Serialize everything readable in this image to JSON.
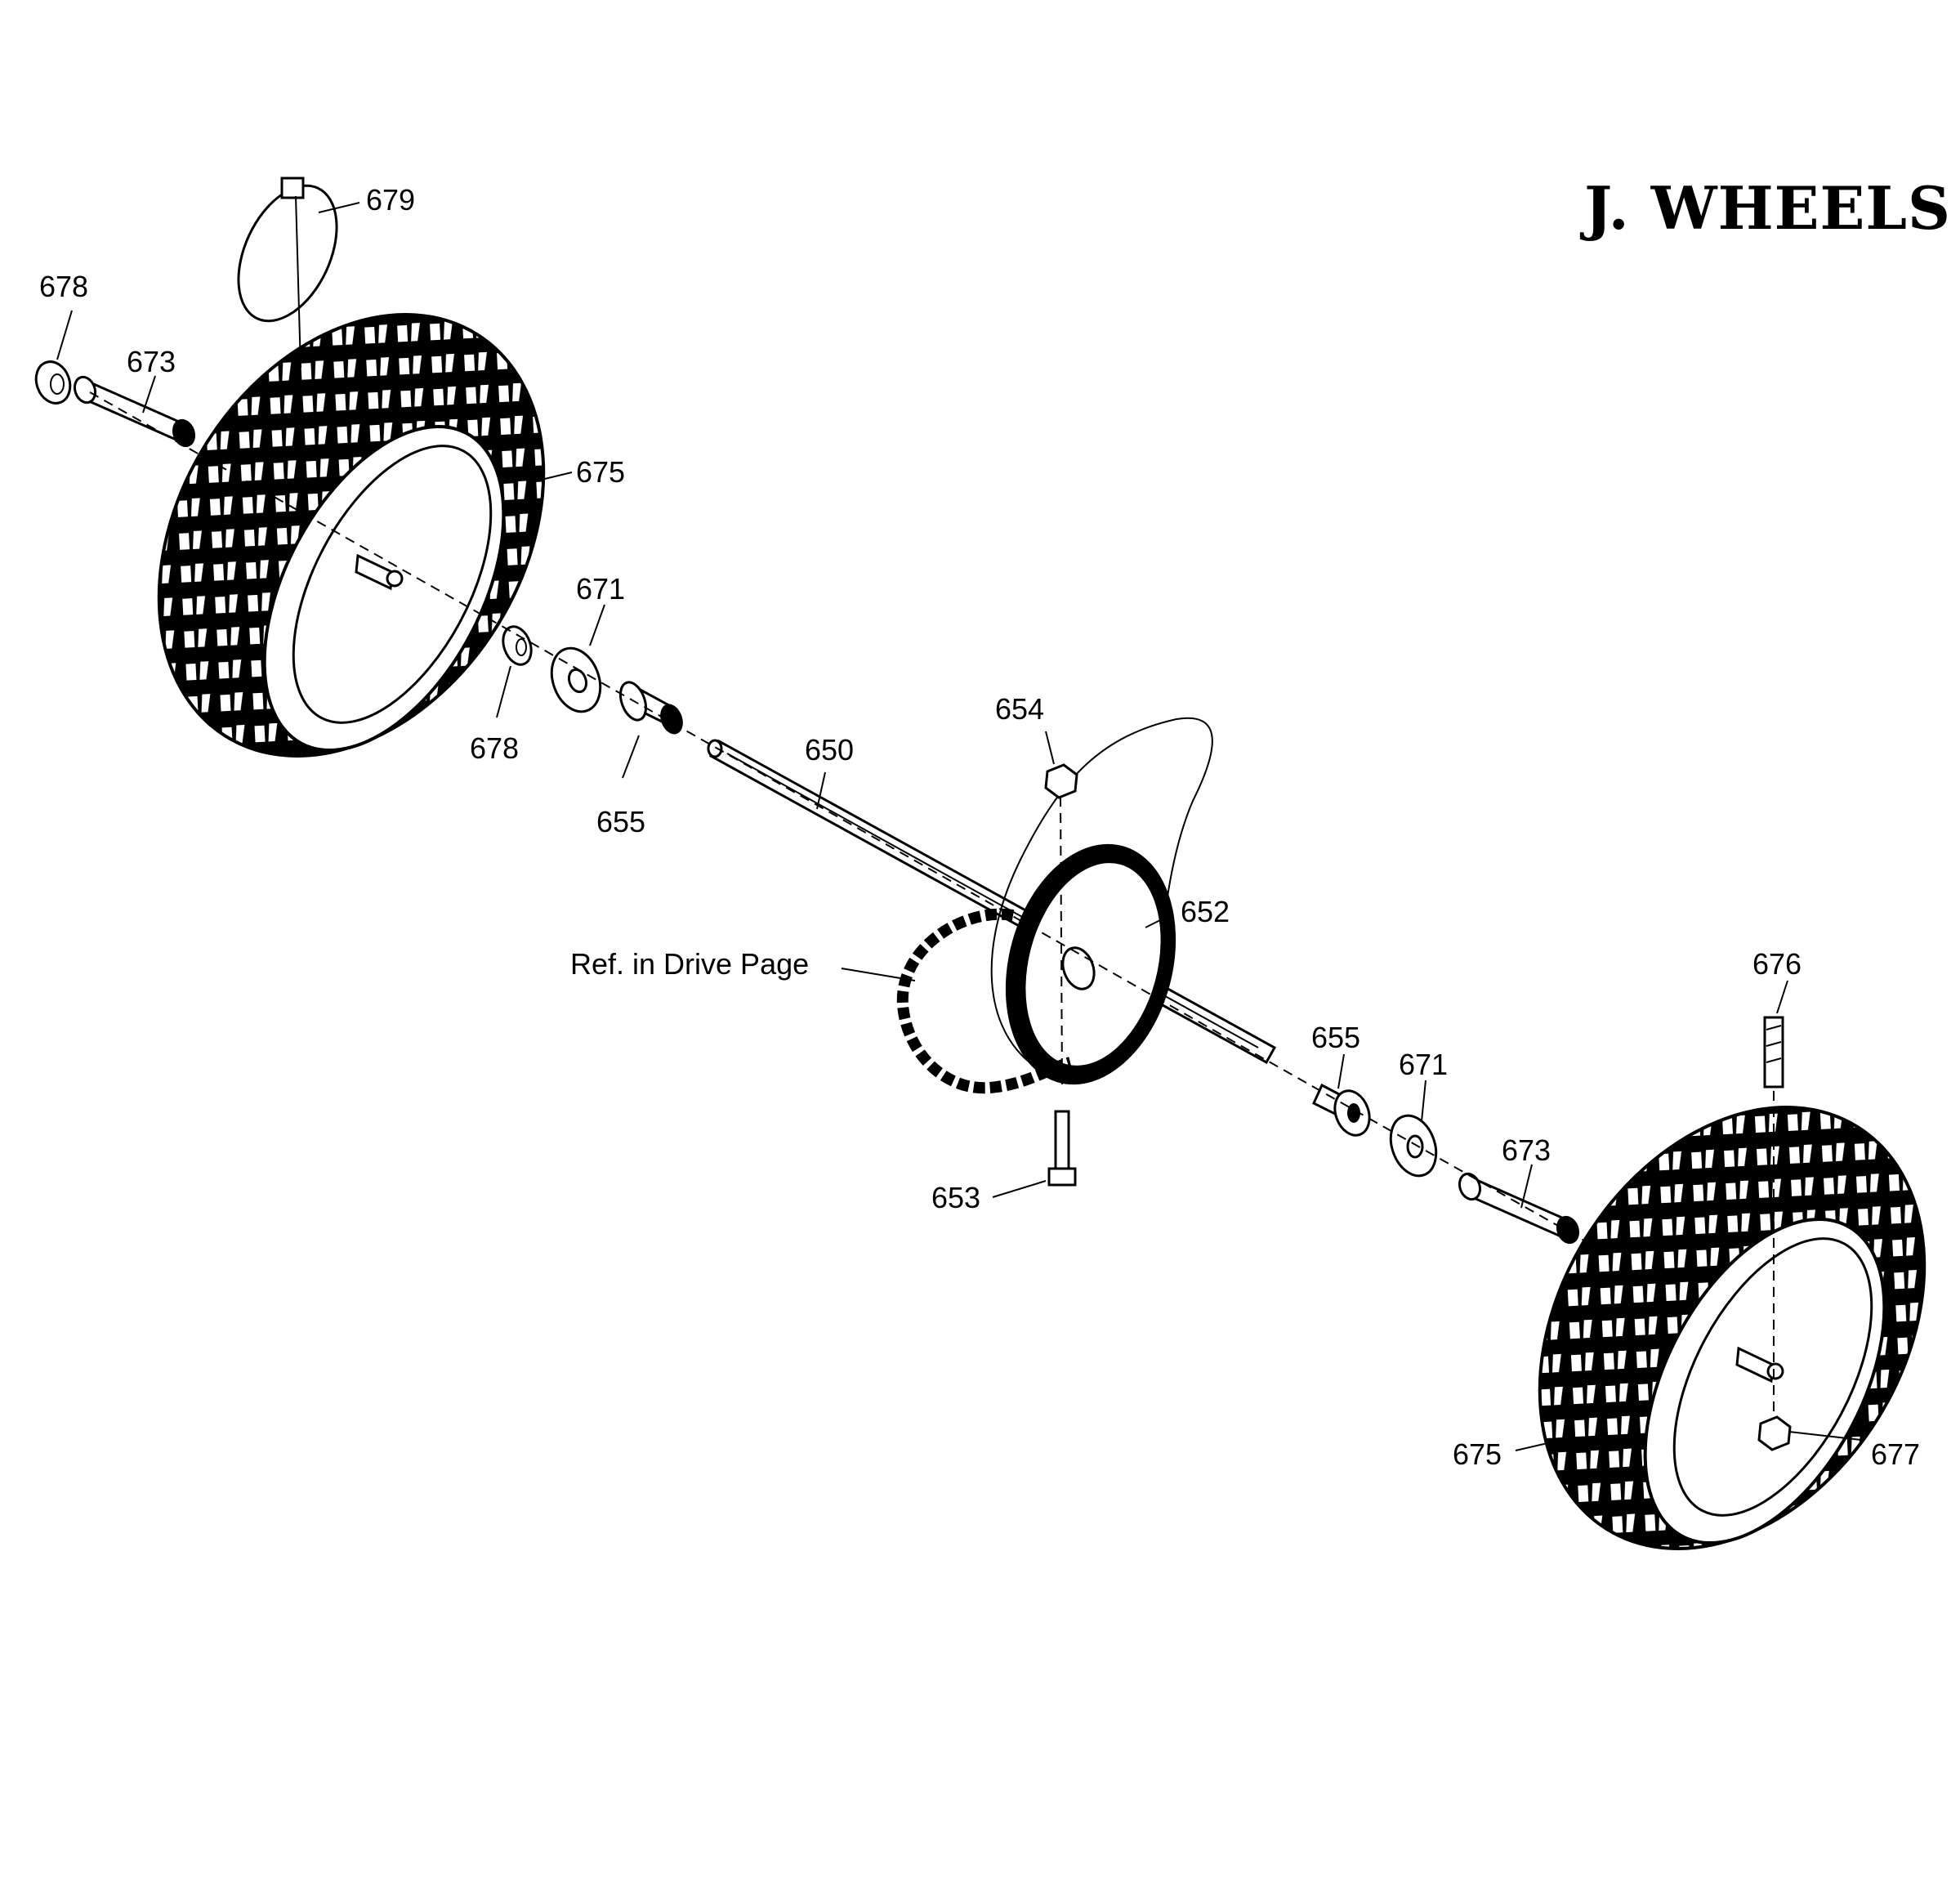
{
  "title": "J. WHEELS",
  "callouts": {
    "c679": "679",
    "c678a": "678",
    "c673a": "673",
    "c675a": "675",
    "c671a": "671",
    "c678b": "678",
    "c655a": "655",
    "c650": "650",
    "c654": "654",
    "c652": "652",
    "ref": "Ref. in Drive Page",
    "c676": "676",
    "c655b": "655",
    "c671b": "671",
    "c673b": "673",
    "c653": "653",
    "c675b": "675",
    "c677": "677"
  }
}
